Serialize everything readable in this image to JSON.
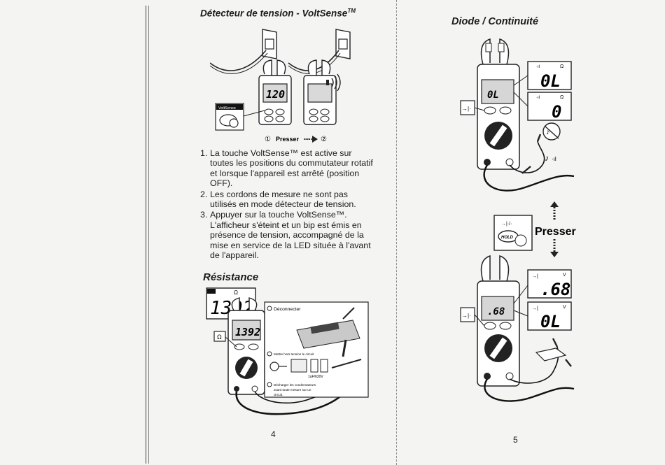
{
  "left_page": {
    "voltsense": {
      "title": "Détecteur de tension - VoltSense",
      "title_tm": "TM",
      "illustration": {
        "button_label": "VoltSense",
        "display_value": "120",
        "step_1": "①",
        "press_label": "Presser",
        "step_2": "②"
      },
      "steps": [
        {
          "num": "1.",
          "text": "La touche VoltSense™ est active sur toutes les positions du commutateur rotatif et lorsque l'appareil est arrêté (position OFF)."
        },
        {
          "num": "2.",
          "text": "Les cordons de mesure ne sont pas utilisés en mode détecteur de tension."
        },
        {
          "num": "3.",
          "text": "Appuyer sur la touche VoltSense™. L'afficheur s'éteint et un bip est émis en présence de tension, accompagné de la mise en service de la LED située à l'avant de l'appareil."
        }
      ]
    },
    "resistance": {
      "title": "Résistance",
      "display_unit": "Ω",
      "display_value": "1392",
      "meter_display_value": "1392",
      "ohm_button": "Ω",
      "note_1": "Déconnecter",
      "note_2": "Mettre hors tension le circuit",
      "note_3_line1": "Décharger les condensateurs",
      "note_3_line2": "avant toute mesure sur un",
      "note_3_line3": "circuit.",
      "capacitor_label": "1uF/630V"
    },
    "page_number": "4"
  },
  "right_page": {
    "diode": {
      "title": "Diode / Continuité",
      "top_display_1": "0L",
      "top_display_1_unit": "Ω",
      "top_display_2": "0",
      "top_display_2_unit": "Ω",
      "meter_display_top": "0L",
      "diode_button": "→|·",
      "hold_button": "HOLD",
      "hold_panel_label": "→|·/·",
      "press_label": "Presser",
      "bottom_display_1": ".68",
      "bottom_display_1_unit": "V",
      "bottom_display_2": "0L",
      "bottom_display_2_unit": "V",
      "meter_display_bottom": ".68"
    },
    "page_number": "5"
  }
}
